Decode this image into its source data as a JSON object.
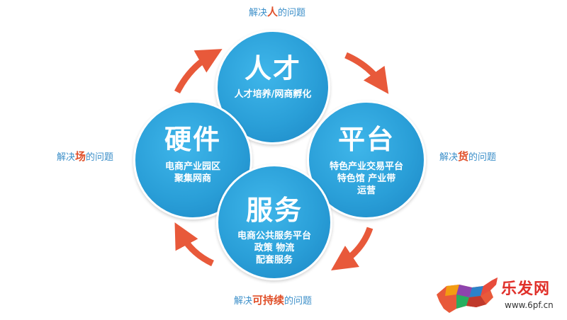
{
  "circles": {
    "top": {
      "title": "人才",
      "desc": "人才培养/网商孵化"
    },
    "left": {
      "title": "硬件",
      "desc": "电商产业园区\n聚集网商"
    },
    "right": {
      "title": "平台",
      "desc": "特色产业交易平台\n特色馆  产业带\n运营"
    },
    "bottom": {
      "title": "服务",
      "desc": "电商公共服务平台\n政策  物流\n配套服务"
    }
  },
  "captions": {
    "top": {
      "pre": "解决",
      "hl": "人",
      "post": "的问题"
    },
    "left": {
      "pre": "解决",
      "hl": "场",
      "post": "的问题"
    },
    "right": {
      "pre": "解决",
      "hl": "货",
      "post": "的问题"
    },
    "bottom": {
      "pre": "解决",
      "hl": "可持续",
      "post": "的问题"
    }
  },
  "logo": {
    "name": "乐发网",
    "url": "www.6pf.cn"
  },
  "colors": {
    "circle": "#2a9fd8",
    "arrow": "#e8593a",
    "caption": "#3c8fc9",
    "highlight": "#e0502a"
  },
  "icons": {
    "cycle_arrows": "curved-arrow-icon",
    "logo_mark": "bull-logo-icon"
  }
}
